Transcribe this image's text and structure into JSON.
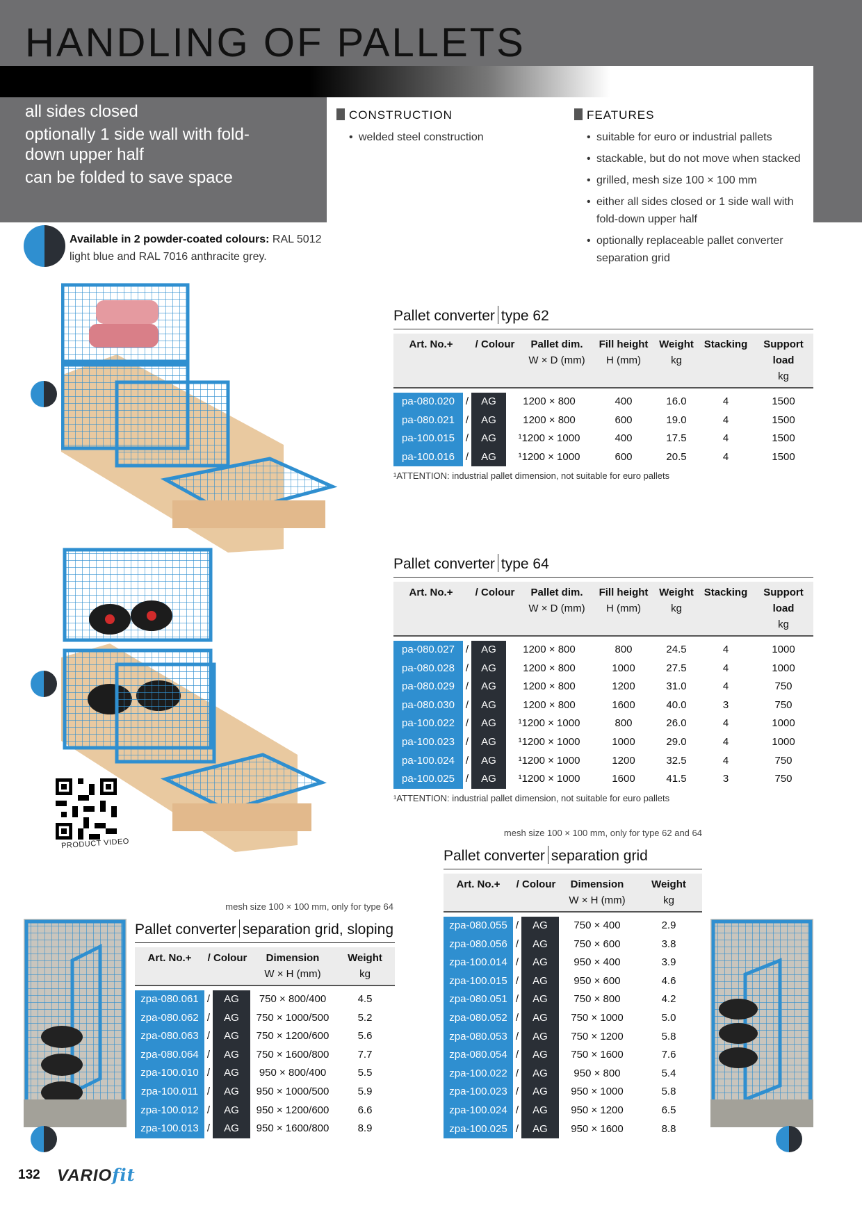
{
  "header": {
    "title": "HANDLING OF PALLETS",
    "subtitle_lines": [
      "all sides closed",
      "optionally 1 side wall with fold-down upper half",
      "can be folded to save space"
    ]
  },
  "construction": {
    "heading": "CONSTRUCTION",
    "items": [
      "welded steel construction"
    ]
  },
  "features": {
    "heading": "FEATURES",
    "items": [
      "suitable for euro or industrial pallets",
      "stackable, but do not move when stacked",
      "grilled, mesh size 100 × 100 mm",
      "either all sides closed or 1 side wall with fold-down upper half",
      "optionally replaceable pallet converter separation grid"
    ]
  },
  "colours": {
    "label": "Available in 2 powder-coated colours:",
    "text": "RAL 5012 light blue and RAL 7016 anthracite grey.",
    "blue": "#2f8fd0",
    "grey": "#2a2f36"
  },
  "table62": {
    "title_a": "Pallet converter",
    "title_b": "type 62",
    "headers": [
      {
        "main": "Art. No.+",
        "sub": ""
      },
      {
        "main": "/ Colour",
        "sub": ""
      },
      {
        "main": "Pallet dim.",
        "sub": "W × D (mm)"
      },
      {
        "main": "Fill height",
        "sub": "H (mm)"
      },
      {
        "main": "Weight",
        "sub": "kg"
      },
      {
        "main": "Stacking",
        "sub": ""
      },
      {
        "main": "Support load",
        "sub": "kg"
      }
    ],
    "rows": [
      {
        "art": "pa-080.020",
        "colour": "AG",
        "dim": "1200 × 800",
        "fill": "400",
        "weight": "16.0",
        "stack": "4",
        "load": "1500"
      },
      {
        "art": "pa-080.021",
        "colour": "AG",
        "dim": "1200 × 800",
        "fill": "600",
        "weight": "19.0",
        "stack": "4",
        "load": "1500"
      },
      {
        "art": "pa-100.015",
        "colour": "AG",
        "dim": "¹1200 × 1000",
        "fill": "400",
        "weight": "17.5",
        "stack": "4",
        "load": "1500"
      },
      {
        "art": "pa-100.016",
        "colour": "AG",
        "dim": "¹1200 × 1000",
        "fill": "600",
        "weight": "20.5",
        "stack": "4",
        "load": "1500"
      }
    ],
    "footnote": "¹ATTENTION: industrial pallet dimension, not suitable for euro pallets"
  },
  "table64": {
    "title_a": "Pallet converter",
    "title_b": "type 64",
    "headers": [
      {
        "main": "Art. No.+",
        "sub": ""
      },
      {
        "main": "/ Colour",
        "sub": ""
      },
      {
        "main": "Pallet dim.",
        "sub": "W × D (mm)"
      },
      {
        "main": "Fill height",
        "sub": "H (mm)"
      },
      {
        "main": "Weight",
        "sub": "kg"
      },
      {
        "main": "Stacking",
        "sub": ""
      },
      {
        "main": "Support load",
        "sub": "kg"
      }
    ],
    "rows": [
      {
        "art": "pa-080.027",
        "colour": "AG",
        "dim": "1200 × 800",
        "fill": "800",
        "weight": "24.5",
        "stack": "4",
        "load": "1000"
      },
      {
        "art": "pa-080.028",
        "colour": "AG",
        "dim": "1200 × 800",
        "fill": "1000",
        "weight": "27.5",
        "stack": "4",
        "load": "1000"
      },
      {
        "art": "pa-080.029",
        "colour": "AG",
        "dim": "1200 × 800",
        "fill": "1200",
        "weight": "31.0",
        "stack": "4",
        "load": "750"
      },
      {
        "art": "pa-080.030",
        "colour": "AG",
        "dim": "1200 × 800",
        "fill": "1600",
        "weight": "40.0",
        "stack": "3",
        "load": "750"
      },
      {
        "art": "pa-100.022",
        "colour": "AG",
        "dim": "¹1200 × 1000",
        "fill": "800",
        "weight": "26.0",
        "stack": "4",
        "load": "1000"
      },
      {
        "art": "pa-100.023",
        "colour": "AG",
        "dim": "¹1200 × 1000",
        "fill": "1000",
        "weight": "29.0",
        "stack": "4",
        "load": "1000"
      },
      {
        "art": "pa-100.024",
        "colour": "AG",
        "dim": "¹1200 × 1000",
        "fill": "1200",
        "weight": "32.5",
        "stack": "4",
        "load": "750"
      },
      {
        "art": "pa-100.025",
        "colour": "AG",
        "dim": "¹1200 × 1000",
        "fill": "1600",
        "weight": "41.5",
        "stack": "3",
        "load": "750"
      }
    ],
    "footnote": "¹ATTENTION: industrial pallet dimension, not suitable for euro pallets"
  },
  "grid": {
    "note": "mesh size 100 × 100 mm, only for type 62 and 64",
    "title_a": "Pallet converter",
    "title_b": "separation grid",
    "headers": [
      {
        "main": "Art. No.+",
        "sub": ""
      },
      {
        "main": "/ Colour",
        "sub": ""
      },
      {
        "main": "Dimension",
        "sub": "W × H (mm)"
      },
      {
        "main": "Weight",
        "sub": "kg"
      }
    ],
    "rows": [
      {
        "art": "zpa-080.055",
        "colour": "AG",
        "dim": "750 × 400",
        "weight": "2.9"
      },
      {
        "art": "zpa-080.056",
        "colour": "AG",
        "dim": "750 × 600",
        "weight": "3.8"
      },
      {
        "art": "zpa-100.014",
        "colour": "AG",
        "dim": "950 × 400",
        "weight": "3.9"
      },
      {
        "art": "zpa-100.015",
        "colour": "AG",
        "dim": "950 × 600",
        "weight": "4.6"
      },
      {
        "art": "zpa-080.051",
        "colour": "AG",
        "dim": "750 × 800",
        "weight": "4.2"
      },
      {
        "art": "zpa-080.052",
        "colour": "AG",
        "dim": "750 × 1000",
        "weight": "5.0"
      },
      {
        "art": "zpa-080.053",
        "colour": "AG",
        "dim": "750 × 1200",
        "weight": "5.8"
      },
      {
        "art": "zpa-080.054",
        "colour": "AG",
        "dim": "750 × 1600",
        "weight": "7.6"
      },
      {
        "art": "zpa-100.022",
        "colour": "AG",
        "dim": "950 × 800",
        "weight": "5.4"
      },
      {
        "art": "zpa-100.023",
        "colour": "AG",
        "dim": "950 × 1000",
        "weight": "5.8"
      },
      {
        "art": "zpa-100.024",
        "colour": "AG",
        "dim": "950 × 1200",
        "weight": "6.5"
      },
      {
        "art": "zpa-100.025",
        "colour": "AG",
        "dim": "950 × 1600",
        "weight": "8.8"
      }
    ]
  },
  "sloping": {
    "note": "mesh size 100 × 100 mm, only for type 64",
    "title_a": "Pallet converter",
    "title_b": "separation grid, sloping",
    "headers": [
      {
        "main": "Art. No.+",
        "sub": ""
      },
      {
        "main": "/ Colour",
        "sub": ""
      },
      {
        "main": "Dimension",
        "sub": "W × H (mm)"
      },
      {
        "main": "Weight",
        "sub": "kg"
      }
    ],
    "rows": [
      {
        "art": "zpa-080.061",
        "colour": "AG",
        "dim": "750 × 800/400",
        "weight": "4.5"
      },
      {
        "art": "zpa-080.062",
        "colour": "AG",
        "dim": "750 × 1000/500",
        "weight": "5.2"
      },
      {
        "art": "zpa-080.063",
        "colour": "AG",
        "dim": "750 × 1200/600",
        "weight": "5.6"
      },
      {
        "art": "zpa-080.064",
        "colour": "AG",
        "dim": "750 × 1600/800",
        "weight": "7.7"
      },
      {
        "art": "zpa-100.010",
        "colour": "AG",
        "dim": "950 × 800/400",
        "weight": "5.5"
      },
      {
        "art": "zpa-100.011",
        "colour": "AG",
        "dim": "950 × 1000/500",
        "weight": "5.9"
      },
      {
        "art": "zpa-100.012",
        "colour": "AG",
        "dim": "950 × 1200/600",
        "weight": "6.6"
      },
      {
        "art": "zpa-100.013",
        "colour": "AG",
        "dim": "950 × 1600/800",
        "weight": "8.9"
      }
    ]
  },
  "qr": {
    "label": "PRODUCT VIDEO"
  },
  "footer": {
    "page_number": "132",
    "brand_a": "VARIO",
    "brand_b": "fit"
  }
}
